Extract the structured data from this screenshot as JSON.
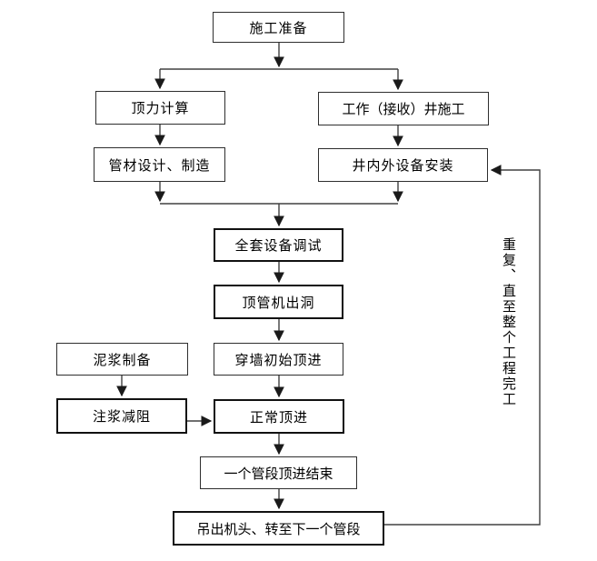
{
  "nodes": {
    "prep": {
      "label": "施工准备"
    },
    "force_calc": {
      "label": "顶力计算"
    },
    "pipe_design": {
      "label": "管材设计、制造"
    },
    "shaft": {
      "label": "工作（接收）井施工"
    },
    "equip_install": {
      "label": "井内外设备安装"
    },
    "debug": {
      "label": "全套设备调试"
    },
    "machine_exit": {
      "label": "顶管机出洞"
    },
    "initial_jack": {
      "label": "穿墙初始顶进"
    },
    "mud_prep": {
      "label": "泥浆制备"
    },
    "grouting": {
      "label": "注浆减阻"
    },
    "normal_jack": {
      "label": "正常顶进"
    },
    "section_end": {
      "label": "一个管段顶进结束"
    },
    "lift_out": {
      "label": "吊出机头、转至下一个管段"
    }
  },
  "loop_label": "重复、直至整个工程完工",
  "colors": {
    "background": "#ffffff",
    "line": "#404040",
    "arrowhead": "#1a1a1a",
    "box_border": "#2e2e2e",
    "text": "#000000"
  }
}
